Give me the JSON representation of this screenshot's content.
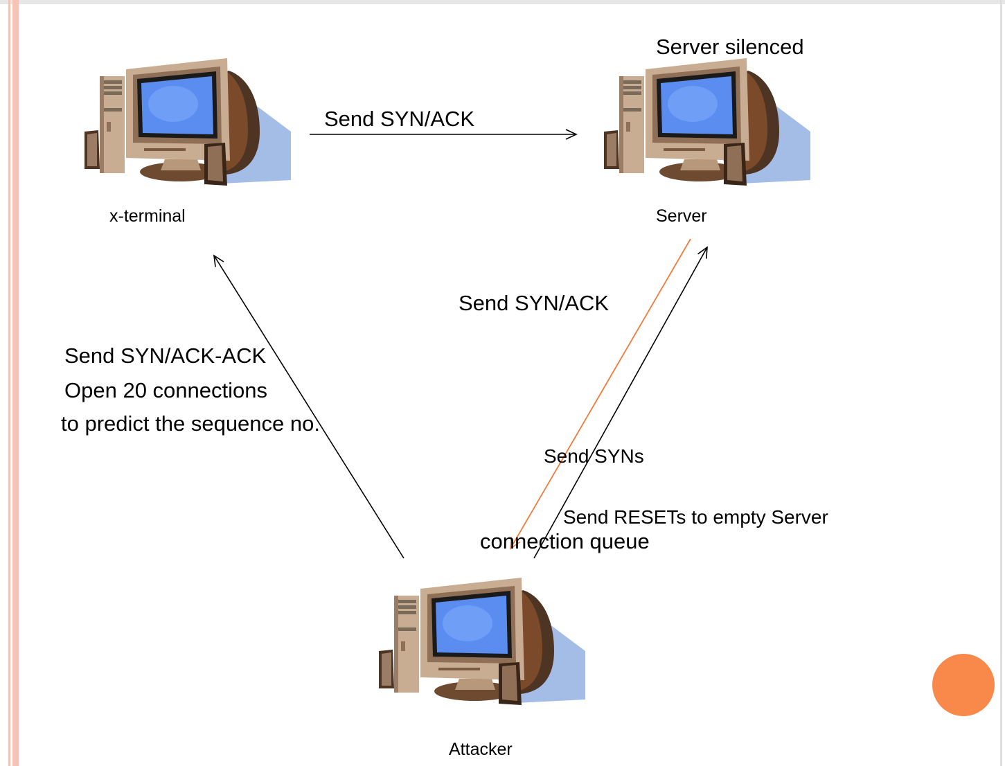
{
  "nodes": {
    "xterminal": {
      "label": "x-terminal",
      "icon": "computer-icon"
    },
    "server": {
      "label": "Server",
      "icon": "computer-icon"
    },
    "attacker": {
      "label": "Attacker",
      "icon": "computer-icon"
    }
  },
  "annotations": {
    "server_status": "Server silenced",
    "xterm_to_server": "Send SYN/ACK",
    "server_to_attacker": "Send SYN/ACK",
    "attacker_to_xterm": [
      "Send SYN/ACK-ACK",
      "Open 20 connections",
      "to predict the sequence no."
    ],
    "attacker_syns": "Send SYNs",
    "attacker_resets": "Send RESETs to empty Server",
    "attacker_resets_cont": "connection queue"
  },
  "colors": {
    "slide_background": "#ffffff",
    "left_stripe": "#f6c4b4",
    "arrow": "#000000",
    "orange_arrow": "#f07a3c",
    "corner_dot": "#f9894a",
    "monitor_screen": "#5b8cf0",
    "case_beige": "#c8ad93",
    "case_brown": "#7a4a2a",
    "shadow_blue": "#a3bde6"
  }
}
